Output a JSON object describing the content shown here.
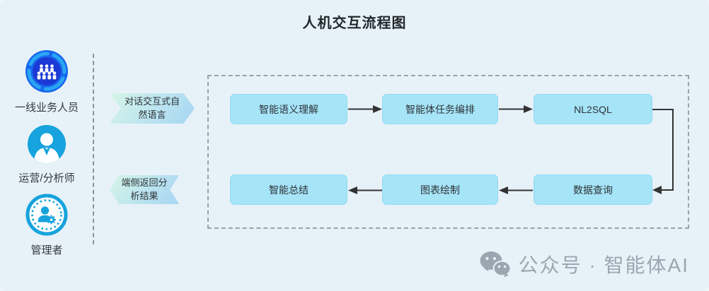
{
  "title": "人机交互流程图",
  "actors": [
    {
      "label": "一线业务人员",
      "icon": "team-icon"
    },
    {
      "label": "运营/分析师",
      "icon": "analyst-icon"
    },
    {
      "label": "管理者",
      "icon": "manager-gear-icon"
    }
  ],
  "banners": [
    {
      "label": "对话交互式自然语言",
      "direction": "right"
    },
    {
      "label": "端侧返回分析结果",
      "direction": "left"
    }
  ],
  "flow": {
    "top_row": [
      "智能语义理解",
      "智能体任务编排",
      "NL2SQL"
    ],
    "bottom_row": [
      "智能总结",
      "图表绘制",
      "数据查询"
    ]
  },
  "watermark": {
    "text": "公众号 · 智能体AI",
    "icon": "wechat-icon"
  },
  "colors": {
    "background": "#e7f2f8",
    "node_fill": "#a6e4f8",
    "node_border": "#93d9f0",
    "banner_gradient_start": "#d7f5e7",
    "banner_gradient_end": "#a7d5f3",
    "arrow": "#333333",
    "icon_blue_primary": "#1766ee",
    "icon_blue_cyan": "#17a3dd",
    "watermark_gray": "#9aa7b0"
  }
}
